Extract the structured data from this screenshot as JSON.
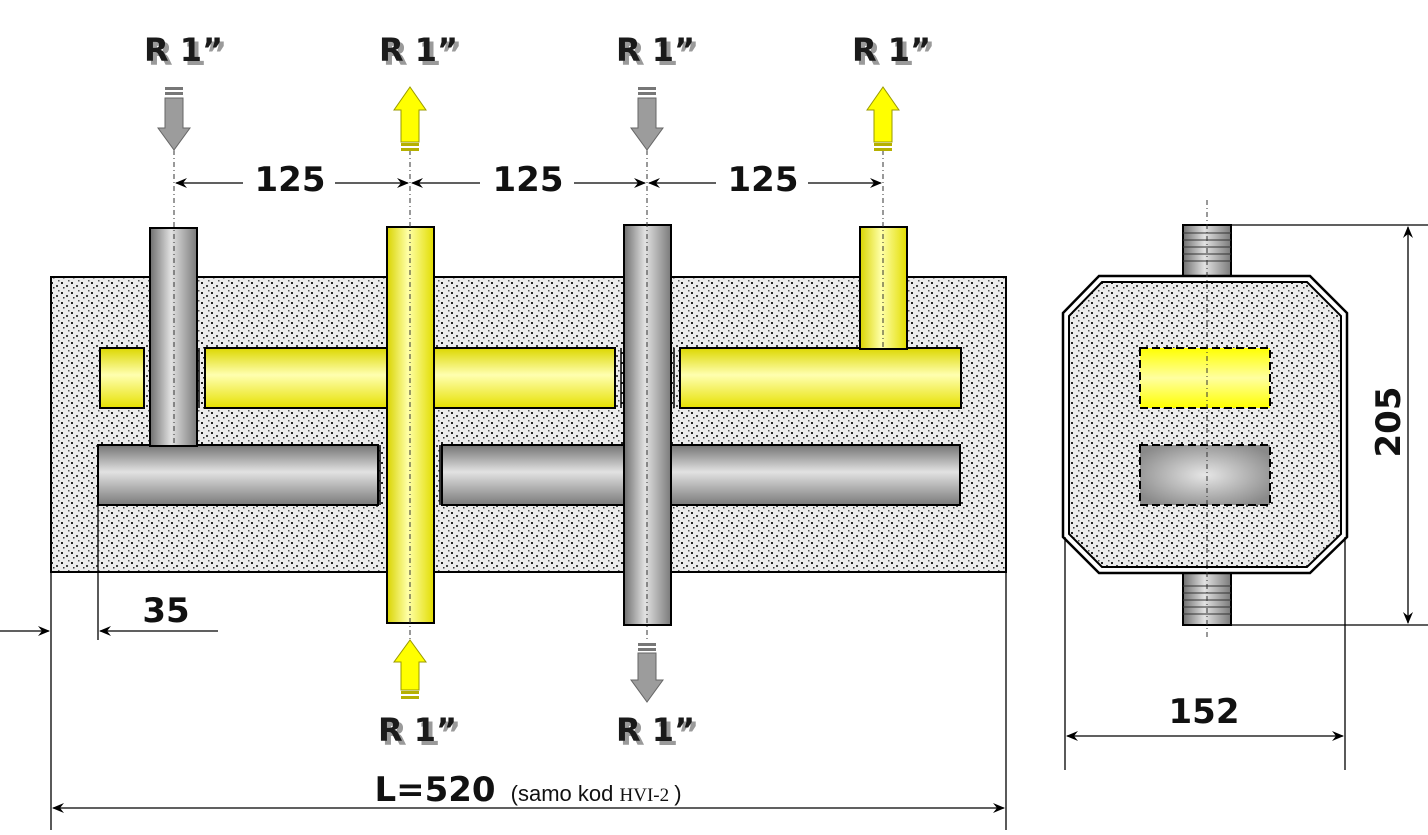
{
  "connections": {
    "top": [
      "R 1”",
      "R 1”",
      "R 1”",
      "R 1”"
    ],
    "bottom": [
      "R 1”",
      "R 1”"
    ]
  },
  "dimensions": {
    "spacing_1": "125",
    "spacing_2": "125",
    "spacing_3": "125",
    "offset": "35",
    "height": "205",
    "width": "152",
    "length_main": "L=520",
    "length_note": "(samo kod ",
    "length_model": "HVI-2",
    "length_close": ")"
  },
  "colors": {
    "hot_pipe": "#ffff00",
    "cold_pipe": "#a9a9a9",
    "insulation": "#e6e6e6"
  }
}
